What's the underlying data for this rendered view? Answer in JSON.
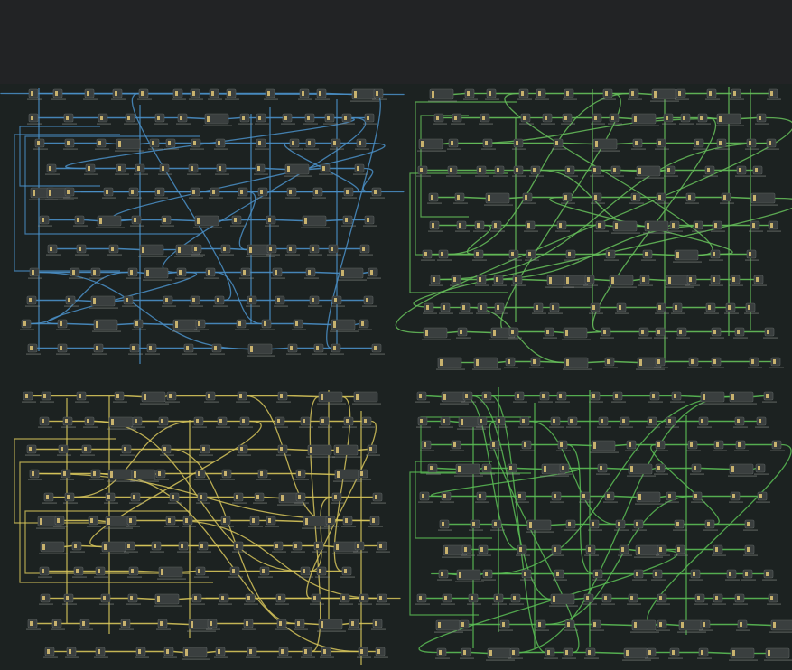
{
  "app": {
    "top_bar_color": "#222325",
    "canvas_color": "#1c2221"
  },
  "graphs": [
    {
      "id": "graph-top-left",
      "wire_color": "#4a8fc7",
      "seed": 11
    },
    {
      "id": "graph-top-right",
      "wire_color": "#66c05a",
      "seed": 23
    },
    {
      "id": "graph-bottom-left",
      "wire_color": "#d6c45a",
      "seed": 37
    },
    {
      "id": "graph-bottom-right",
      "wire_color": "#5bbd55",
      "seed": 53
    }
  ],
  "node_style": {
    "body_color": "#3a3f3f",
    "border_color": "#5a605f",
    "port_color": "#e2c777"
  }
}
